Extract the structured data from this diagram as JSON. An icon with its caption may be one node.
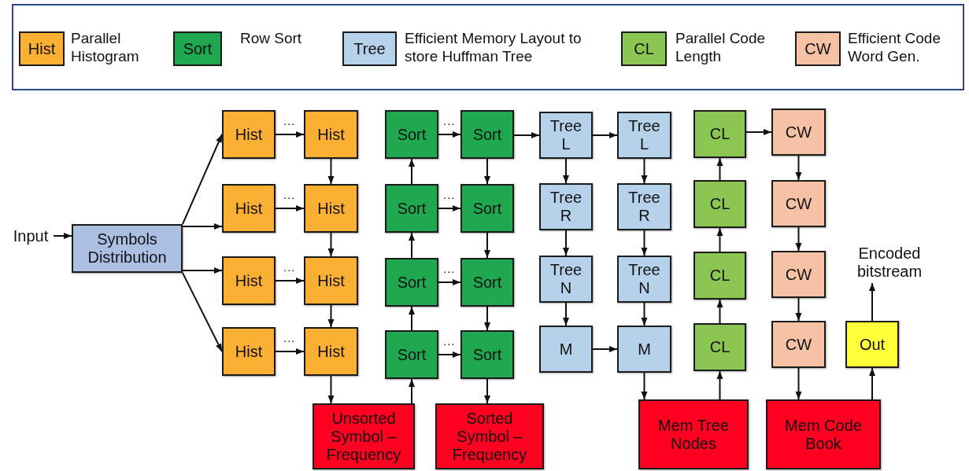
{
  "diagram": {
    "nodes": [
      {
        "text": [
          "Input"
        ]
      },
      {
        "text": [
          "Symbols Distribution"
        ]
      },
      {
        "text": [
          "Hist"
        ]
      },
      {
        "text": [
          "Hist"
        ]
      },
      {
        "text": [
          "Hist"
        ]
      },
      {
        "text": [
          "Hist"
        ]
      },
      {
        "text": [
          "Hist"
        ]
      },
      {
        "text": [
          "Hist"
        ]
      },
      {
        "text": [
          "Hist"
        ]
      },
      {
        "text": [
          "Hist"
        ]
      },
      {
        "text": [
          "Sort"
        ]
      },
      {
        "text": [
          "Sort"
        ]
      },
      {
        "text": [
          "Sort"
        ]
      },
      {
        "text": [
          "Sort"
        ]
      },
      {
        "text": [
          "Sort"
        ]
      },
      {
        "text": [
          "Sort"
        ]
      },
      {
        "text": [
          "Sort"
        ]
      },
      {
        "text": [
          "Sort"
        ]
      },
      {
        "text": [
          "Tree L"
        ]
      },
      {
        "text": [
          "Tree R"
        ]
      },
      {
        "text": [
          "Tree N"
        ]
      },
      {
        "text": [
          "M"
        ]
      },
      {
        "text": [
          "Tree L"
        ]
      },
      {
        "text": [
          "Tree R"
        ]
      },
      {
        "text": [
          "Tree N"
        ]
      },
      {
        "text": [
          "M"
        ]
      },
      {
        "text": [
          "CL"
        ]
      },
      {
        "text": [
          "CL"
        ]
      },
      {
        "text": [
          "CL"
        ]
      },
      {
        "text": [
          "CL"
        ]
      },
      {
        "text": [
          "CW"
        ]
      },
      {
        "text": [
          "CW"
        ]
      },
      {
        "text": [
          "CW"
        ]
      },
      {
        "text": [
          "CW"
        ]
      },
      {
        "text": [
          "Out"
        ]
      },
      {
        "text": [
          "Encoded bitstream"
        ]
      },
      {
        "text": [
          "Unsorted Symbol – Frequency"
        ]
      },
      {
        "text": [
          "Sorted Symbol – Frequency"
        ]
      },
      {
        "text": [
          "Mem Tree Nodes"
        ]
      },
      {
        "text": [
          "Mem Code Book"
        ]
      }
    ],
    "edges": [
      {
        "from": 0,
        "to": 1,
        "arrow": "to"
      },
      {
        "from": 1,
        "to": 2,
        "arrow": "to"
      },
      {
        "from": 1,
        "to": 3,
        "arrow": "to"
      },
      {
        "from": 1,
        "to": 4,
        "arrow": "to"
      },
      {
        "from": 1,
        "to": 5,
        "arrow": "to"
      },
      {
        "from": 2,
        "to": 6,
        "arrow": "to",
        "label": "..."
      },
      {
        "from": 3,
        "to": 7,
        "arrow": "to",
        "label": "..."
      },
      {
        "from": 4,
        "to": 8,
        "arrow": "to",
        "label": "..."
      },
      {
        "from": 5,
        "to": 9,
        "arrow": "to",
        "label": "..."
      },
      {
        "from": 6,
        "to": 7,
        "arrow": "to"
      },
      {
        "from": 7,
        "to": 8,
        "arrow": "to"
      },
      {
        "from": 8,
        "to": 9,
        "arrow": "to"
      },
      {
        "from": 9,
        "to": 36,
        "arrow": "to"
      },
      {
        "from": 36,
        "to": 13,
        "arrow": "to"
      },
      {
        "from": 13,
        "to": 12,
        "arrow": "to"
      },
      {
        "from": 12,
        "to": 11,
        "arrow": "to"
      },
      {
        "from": 11,
        "to": 10,
        "arrow": "to"
      },
      {
        "from": 10,
        "to": 14,
        "arrow": "to",
        "label": "..."
      },
      {
        "from": 11,
        "to": 15,
        "arrow": "to",
        "label": "..."
      },
      {
        "from": 12,
        "to": 16,
        "arrow": "to",
        "label": "..."
      },
      {
        "from": 13,
        "to": 17,
        "arrow": "to",
        "label": "..."
      },
      {
        "from": 14,
        "to": 15,
        "arrow": "to"
      },
      {
        "from": 15,
        "to": 16,
        "arrow": "to"
      },
      {
        "from": 16,
        "to": 17,
        "arrow": "to"
      },
      {
        "from": 17,
        "to": 37,
        "arrow": "to"
      },
      {
        "from": 14,
        "to": 18,
        "arrow": "to"
      },
      {
        "from": 18,
        "to": 22,
        "arrow": "to"
      },
      {
        "from": 18,
        "to": 19,
        "arrow": "to"
      },
      {
        "from": 19,
        "to": 20,
        "arrow": "to"
      },
      {
        "from": 20,
        "to": 21,
        "arrow": "to"
      },
      {
        "from": 21,
        "to": 25,
        "arrow": "to"
      },
      {
        "from": 22,
        "to": 23,
        "arrow": "to"
      },
      {
        "from": 23,
        "to": 24,
        "arrow": "to"
      },
      {
        "from": 24,
        "to": 25,
        "arrow": "to"
      },
      {
        "from": 25,
        "to": 38,
        "arrow": "to"
      },
      {
        "from": 38,
        "to": 29,
        "arrow": "to"
      },
      {
        "from": 29,
        "to": 28,
        "arrow": "to"
      },
      {
        "from": 28,
        "to": 27,
        "arrow": "to"
      },
      {
        "from": 27,
        "to": 26,
        "arrow": "to"
      },
      {
        "from": 26,
        "to": 30,
        "arrow": "to"
      },
      {
        "from": 30,
        "to": 31,
        "arrow": "to"
      },
      {
        "from": 31,
        "to": 32,
        "arrow": "to"
      },
      {
        "from": 32,
        "to": 33,
        "arrow": "to"
      },
      {
        "from": 33,
        "to": 39,
        "arrow": "to"
      },
      {
        "from": 39,
        "to": 34,
        "arrow": "to"
      },
      {
        "from": 34,
        "to": 35,
        "arrow": "to"
      }
    ],
    "labels": [
      "Hist",
      "Sort",
      "Tree",
      "CL",
      "CW"
    ],
    "legend": [
      {
        "text": "Parallel Histogram",
        "color": "#fbb034"
      },
      {
        "text": "Row Sort",
        "color": "#1fa84f"
      },
      {
        "text": "Efficient Memory Layout to store Huffman Tree",
        "color": "#b6d2ea"
      },
      {
        "text": "Parallel Code Length",
        "color": "#8bc652"
      },
      {
        "text": "Efficient Code Word Gen.",
        "color": "#f5c2a5"
      }
    ]
  }
}
